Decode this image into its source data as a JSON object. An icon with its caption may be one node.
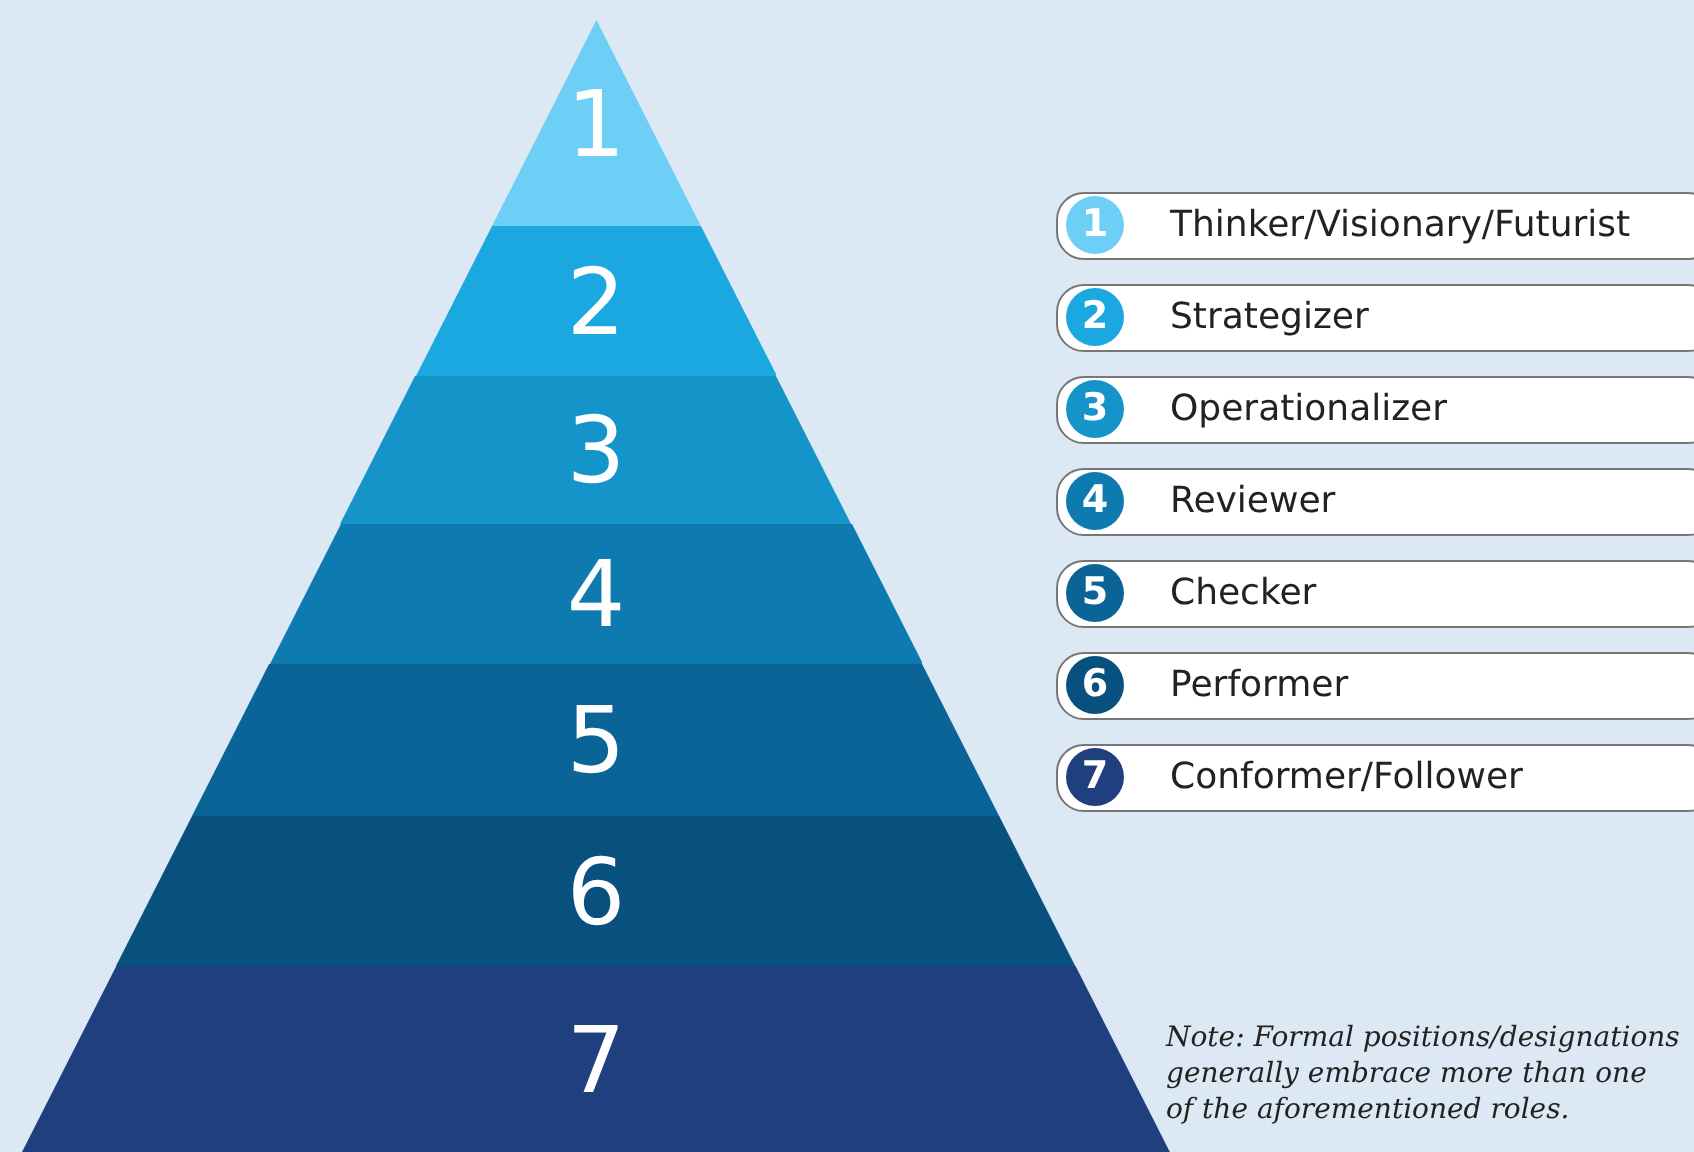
{
  "diagram": {
    "nodes": [
      {
        "text": [
          "1"
        ]
      },
      {
        "text": [
          "2"
        ]
      },
      {
        "text": [
          "3"
        ]
      },
      {
        "text": [
          "4"
        ]
      },
      {
        "text": [
          "5"
        ]
      },
      {
        "text": [
          "6"
        ]
      },
      {
        "text": [
          "7"
        ]
      },
      {
        "text": [
          "1",
          "Thinker/Visionary/Futurist"
        ]
      },
      {
        "text": [
          "2",
          "Strategizer"
        ]
      },
      {
        "text": [
          "3",
          "Operationalizer"
        ]
      },
      {
        "text": [
          "4",
          "Reviewer"
        ]
      },
      {
        "text": [
          "5",
          "Checker"
        ]
      },
      {
        "text": [
          "6",
          "Performer"
        ]
      },
      {
        "text": [
          "7",
          "Conformer/Follower"
        ]
      }
    ],
    "edges": [],
    "labels": [
      "Note: Formal positions/designations generally embrace more than one of the aforementioned roles."
    ]
  }
}
